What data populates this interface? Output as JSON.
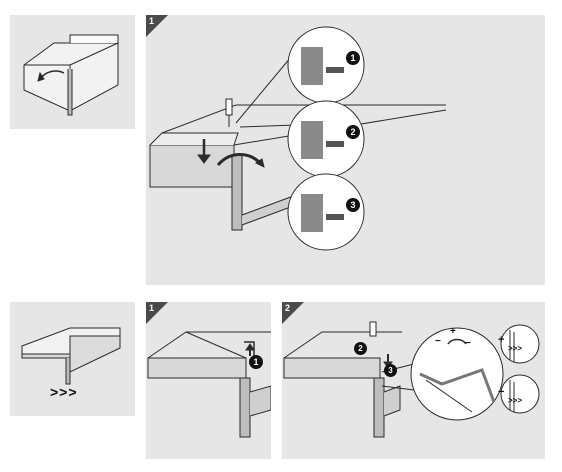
{
  "top": {
    "overview_step": "",
    "main_step": "1",
    "callouts": [
      "1",
      "2",
      "3"
    ]
  },
  "bottom": {
    "step1": {
      "label": "1",
      "callouts": [
        "1"
      ]
    },
    "step2": {
      "label": "2",
      "callouts": [
        "2",
        "3"
      ],
      "signs": [
        "−",
        "+",
        "−",
        "+",
        "−"
      ]
    },
    "arrows": ">>>"
  },
  "colors": {
    "panel": "#e6e6e6",
    "line": "#2b2b2b",
    "tag": "#4a4a4a"
  }
}
